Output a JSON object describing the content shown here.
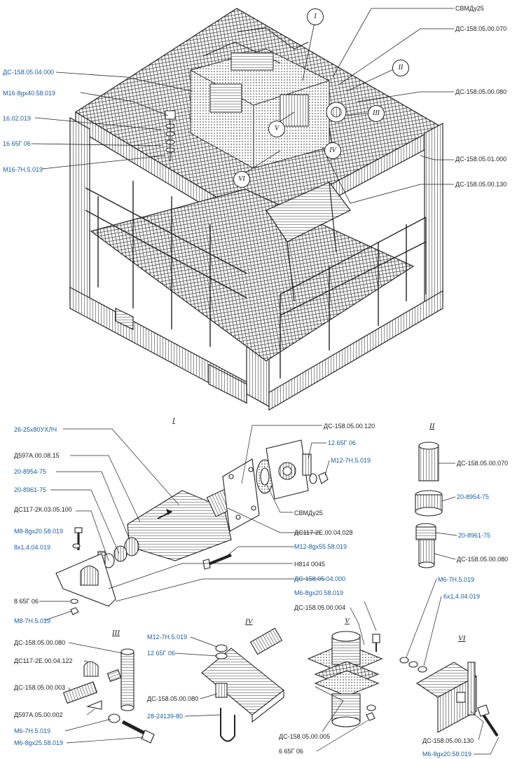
{
  "colors": {
    "label_blue": "#1a5c9e",
    "label_dark": "#222222",
    "ink": "#222222"
  },
  "top_labels": {
    "svmdu25_top": "СВМДу25",
    "ds_070_top": "ДС-158.05.00.070",
    "ds_04_000_left": "ДС-158.05.04.000",
    "m16_bolt": "М16-8gх40.58.019",
    "washer_1602": "16.02.019",
    "washer_16_65g": "16 65Г 06",
    "nut_m16": "М16-7Н.5.019",
    "ds_080_top": "ДС-158.05.00.080",
    "ds_01_000": "ДС-158.05.01.000",
    "ds_130_top": "ДС-158.05.00.130"
  },
  "callouts": {
    "c1": "I",
    "c2": "II",
    "c3": "III",
    "c4": "IV",
    "c5": "V",
    "c6": "VI"
  },
  "detail_titles": {
    "t1": "I",
    "t2": "II",
    "t3": "III",
    "t4": "IV",
    "t5": "V",
    "t6": "VI"
  },
  "detail_I": {
    "hose": "26-25х80УХЛЧ",
    "ds_120": "ДС-158.05.00.120",
    "washer_12": "12 65Г 06",
    "nut_m12": "М12-7Н.5.019",
    "d597": "Д597А.00.08.15",
    "n20_8954": "20-8954-75",
    "n20_8961": "20-8961-75",
    "ds117": "ДС117-2К.03.05.100",
    "bolt_m8": "М8-8gх20.58.019",
    "washer_8x1": "8х1,4.04.019",
    "svmdu25": "СВМДу25",
    "ds117e": "ДС117-2Е.00.04.028",
    "bolt_m12": "М12-8gх55.58.019",
    "n814": "Н814 0045",
    "ds_04_000": "ДС-158.05.04.000",
    "washer_8": "8 65Г 06",
    "nut_m8": "М8-7Н.5.019"
  },
  "detail_II": {
    "ds_070": "ДС-158.05.00.070",
    "n20_8954": "20-8954-75",
    "n20_8961": "20-8961-75",
    "ds_080": "ДС-158.05.00.080"
  },
  "detail_III": {
    "ds_080": "ДС-158.05.00.080",
    "ds117e": "ДС117-2Е.00.04.122",
    "ds_003": "ДС-158.05.00.003",
    "d597": "Д597А.05.00.002",
    "nut_m6": "М6-7Н.5.019",
    "bolt_m6": "М6-8gх25.58.019"
  },
  "detail_IV": {
    "nut_m12": "М12-7Н.5.019",
    "washer_12": "12 65Г 06",
    "ds_080": "ДС-158.05.00.080",
    "ubolt": "28-24139-80"
  },
  "detail_V": {
    "bolt_m6": "М6-8gх20.58.019",
    "ds_004": "ДС-158.05.00.004",
    "ds_005": "ДС-158.05.00.005",
    "washer_6": "6 65Г 06"
  },
  "detail_VI": {
    "nut_m6": "М6-7Н.5.019",
    "washer_6x1": "6х1,4.04.019",
    "ds_130": "ДС-158.05.00.130",
    "bolt_m6": "М6-8gх20.58.019"
  }
}
